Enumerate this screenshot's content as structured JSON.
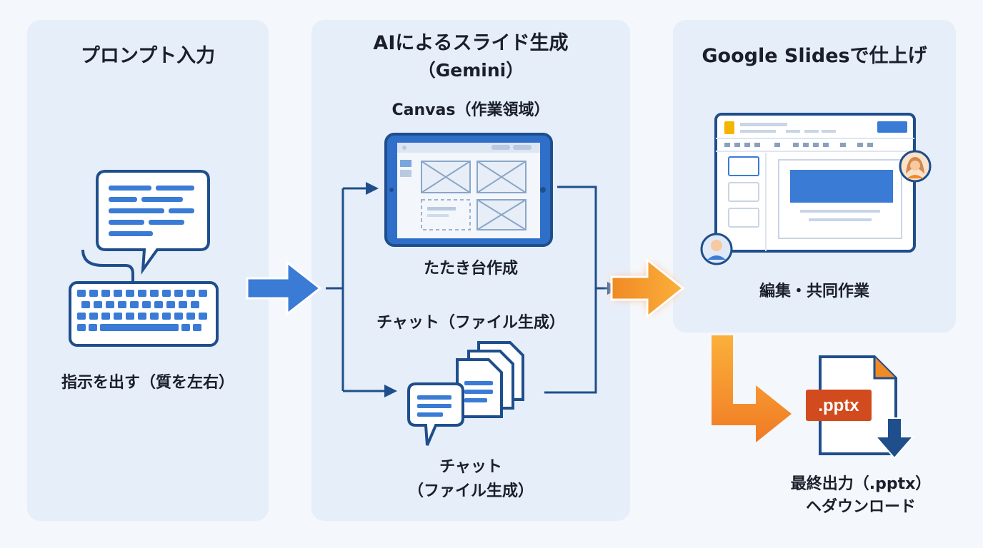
{
  "panels": {
    "prompt": {
      "title": "プロンプト入力",
      "caption": "指示を出す（質を左右）"
    },
    "ai": {
      "title_line1": "AIによるスライド生成",
      "title_line2": "（Gemini）",
      "canvas_label": "Canvas（作業領域）",
      "canvas_caption": "たたき台作成",
      "chat_label": "チャット（ファイル生成）",
      "chat_caption_line1": "チャット",
      "chat_caption_line2": "（ファイル生成）"
    },
    "slides": {
      "title": "Google Slidesで仕上げ",
      "caption": "編集・共同作業"
    }
  },
  "output": {
    "file_badge": ".pptx",
    "caption_line1": "最終出力（.pptx）",
    "caption_line2": "ヘダウンロード"
  },
  "colors": {
    "panel": "#e6eef9",
    "blue_dark": "#1f4e8c",
    "blue": "#3a7bd5",
    "orange": "#f08a24",
    "orange_light": "#fbb03b",
    "file_badge": "#d24b1f"
  },
  "icons": [
    "chat-bubble-icon",
    "keyboard-icon",
    "tablet-canvas-icon",
    "chat-files-icon",
    "slides-editor-icon",
    "avatar-icon",
    "pptx-file-icon",
    "download-arrow-icon"
  ]
}
